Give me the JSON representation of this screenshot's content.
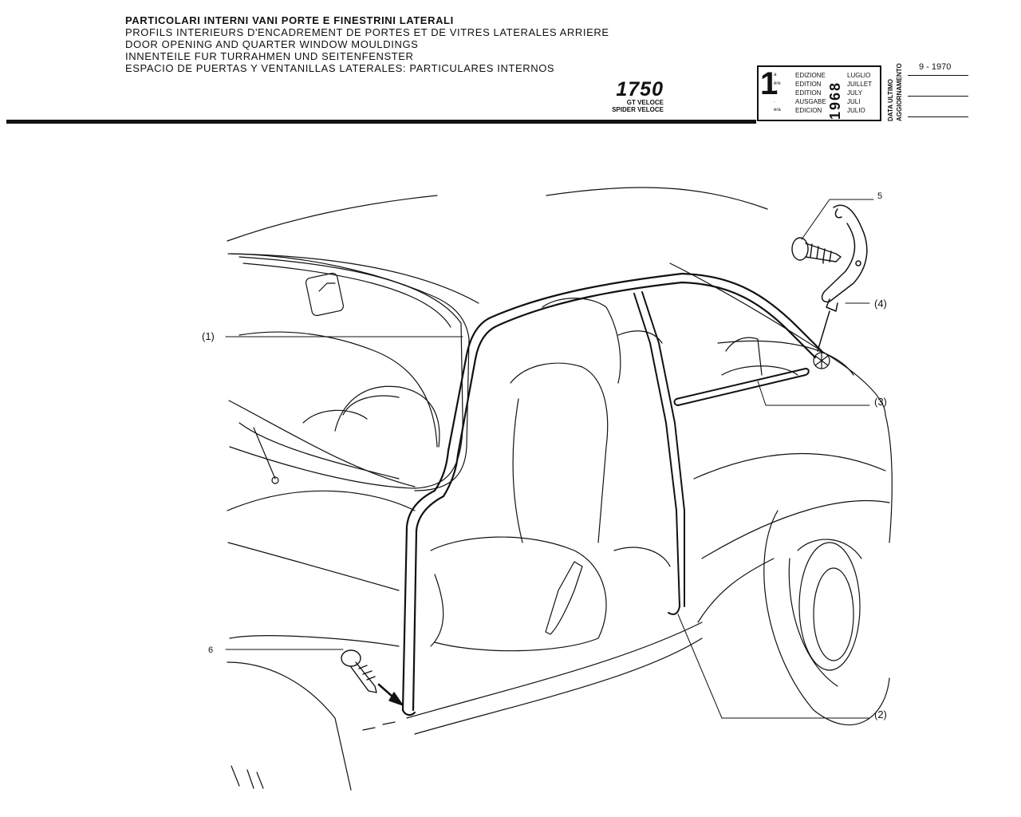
{
  "header": {
    "titles": [
      "PARTICOLARI INTERNI  VANI  PORTE E FINESTRINI LATERALI",
      "PROFILS INTERIEURS D'ENCADREMENT DE PORTES ET DE VITRES LATERALES ARRIERE",
      "DOOR OPENING AND QUARTER WINDOW MOULDINGS",
      "INNENTEILE FUR TURRAHMEN UND SEITENFENSTER",
      "ESPACIO DE PUERTAS Y VENTANILLAS LATERALES: PARTICULARES INTERNOS"
    ],
    "model": "1750",
    "variants": [
      "GT VELOCE",
      "SPIDER VELOCE"
    ]
  },
  "edition": {
    "number": "1",
    "suffixes": [
      "a",
      "ère",
      "st",
      ".",
      "era"
    ],
    "labels": [
      "EDIZIONE",
      "EDITION",
      "EDITION",
      "AUSGABE",
      "EDICION"
    ],
    "months": [
      "LUGLIO",
      "JUILLET",
      "JULY",
      "JULI",
      "JULIO"
    ],
    "year": "1968",
    "update_labels": [
      "DATA ULTIMO",
      "AGGIORNAMENTO"
    ],
    "update_date": "9 - 1970"
  },
  "callouts": {
    "c1": "(1)",
    "c2": "(2)",
    "c3": "(3)",
    "c4": "(4)",
    "c5": "5",
    "c6": "6"
  }
}
